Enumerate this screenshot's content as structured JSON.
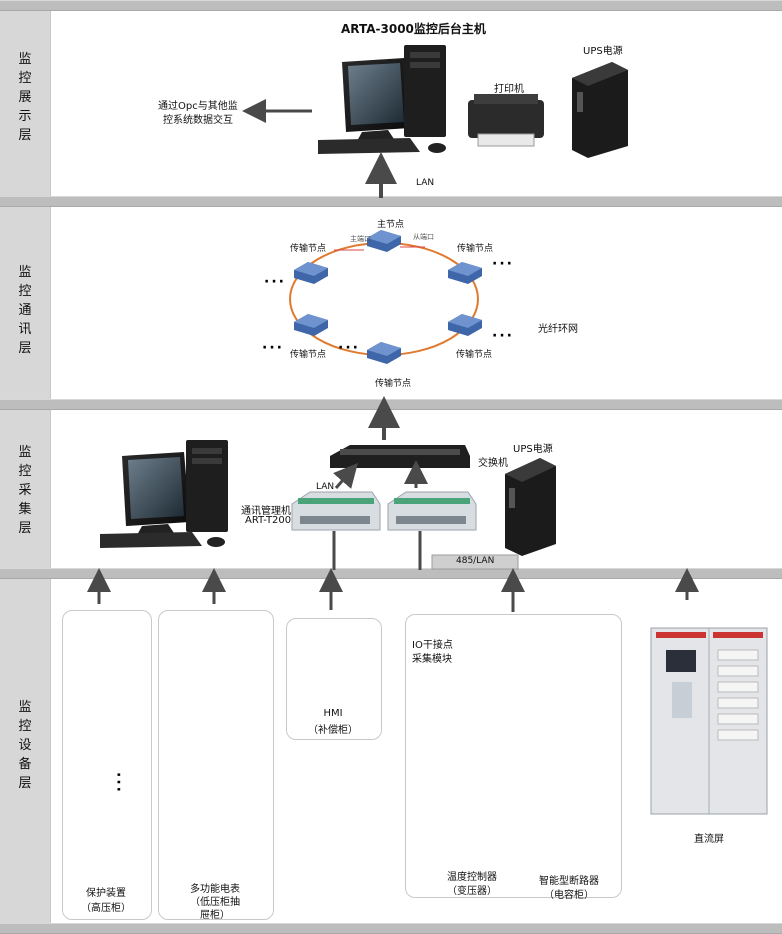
{
  "layers": [
    {
      "id": "display",
      "label": "监控展示层"
    },
    {
      "id": "comm",
      "label": "监控通讯层"
    },
    {
      "id": "acq",
      "label": "监控采集层"
    },
    {
      "id": "device",
      "label": "监控设备层"
    }
  ],
  "display": {
    "title": "ARTA-3000监控后台主机",
    "printer": "打印机",
    "ups": "UPS电源",
    "opc_line1": "通过Opc与其他监",
    "opc_line2": "控系统数据交互",
    "lan": "LAN"
  },
  "comm": {
    "master_node": "主节点",
    "master_port": "主端口",
    "slave_port": "从端口",
    "transfer_node": "传输节点",
    "fiber_ring": "光纤环网"
  },
  "acq": {
    "switch": "交换机",
    "ups": "UPS电源",
    "lan": "LAN",
    "comm_manager": "通讯管理机",
    "comm_manager_model": "ART-T200",
    "bus": "485/LAN"
  },
  "device": {
    "protection_line1": "保护装置",
    "protection_line2": "（高压柜）",
    "meter_line1": "多功能电表",
    "meter_line2": "（低压柜抽",
    "meter_line3": "屉柜）",
    "hmi_line1": "HMI",
    "hmi_line2": "（补偿柜）",
    "io_line1": "IO干接点",
    "io_line2": "采集模块",
    "temp_line1": "温度控制器",
    "temp_line2": "（变压器）",
    "breaker_line1": "智能型断路器",
    "breaker_line2": "（电容柜）",
    "dc": "直流屏"
  },
  "colors": {
    "ring": "#e07a2e",
    "arrow": "#4a4a4a",
    "band": "#d7d7d7",
    "separator": "#bdbdbd",
    "switch_node": "#3e66a8"
  }
}
